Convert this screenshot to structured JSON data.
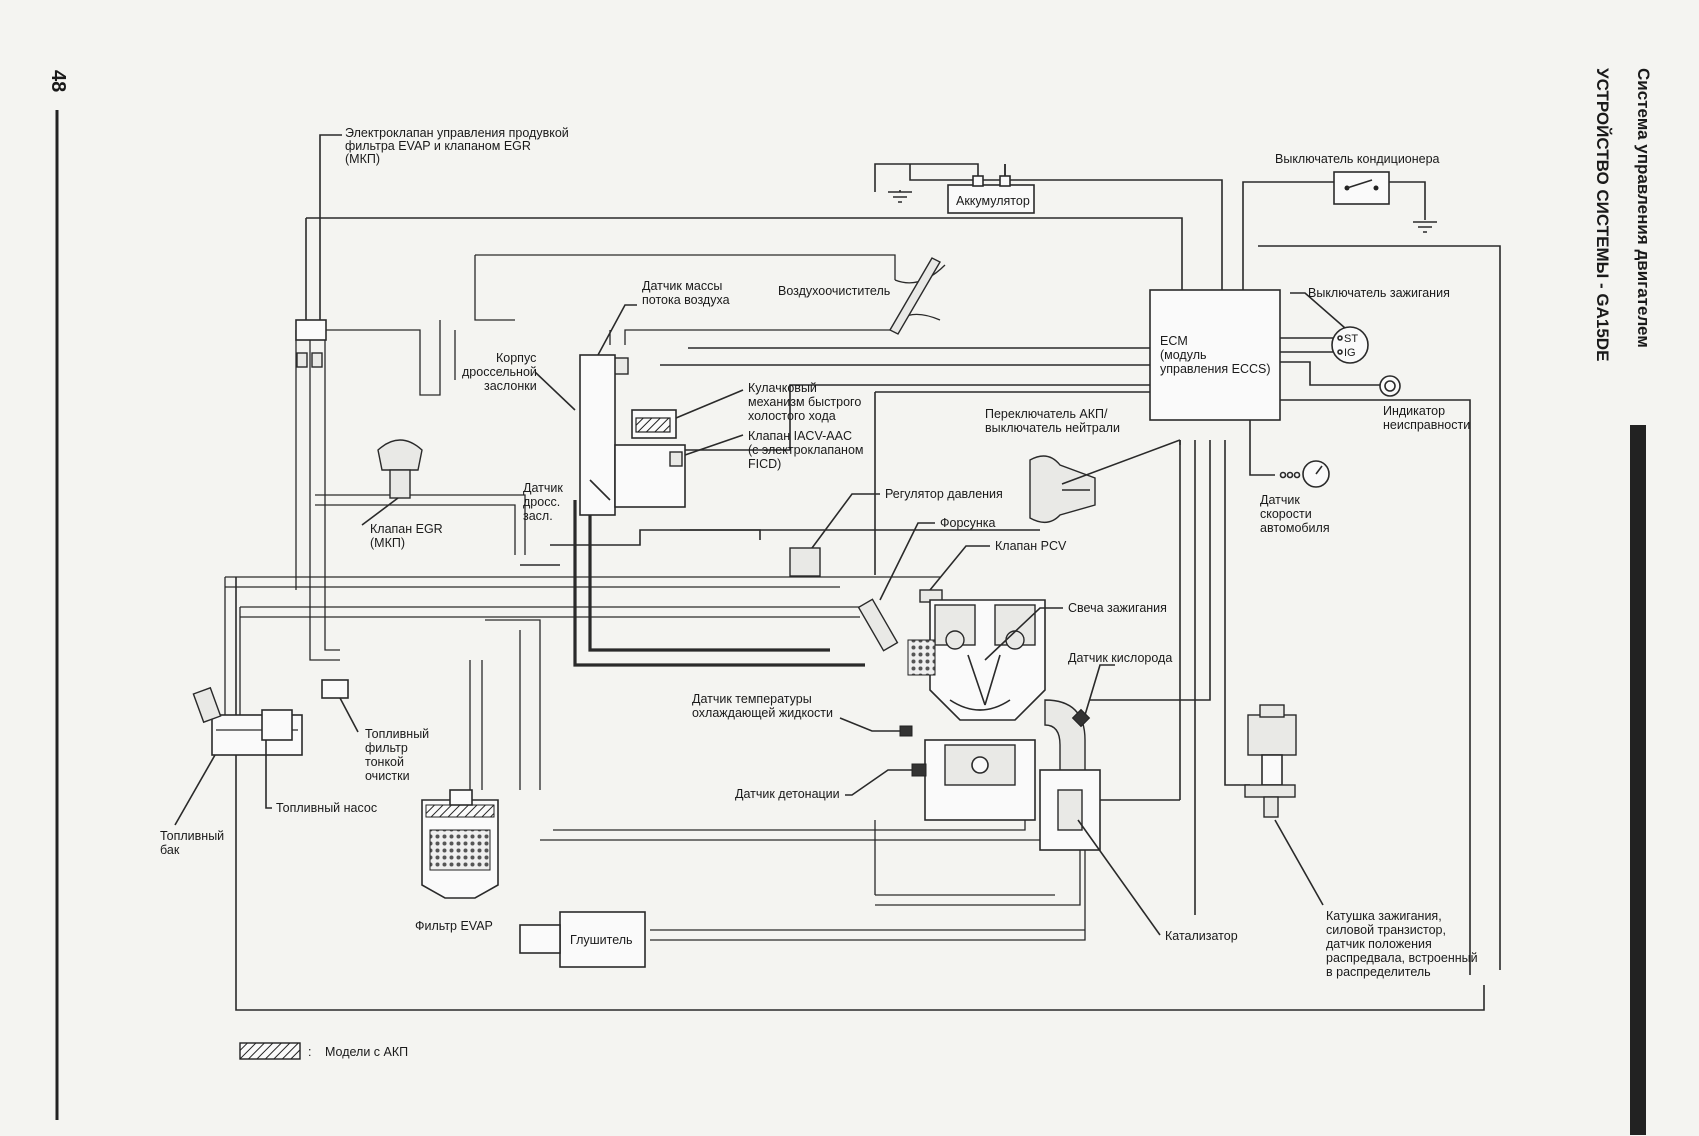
{
  "page": {
    "number": "48"
  },
  "header": {
    "section": "Система управления двигателем",
    "title": "УСТРОЙСТВО СИСТЕМЫ - GA15DE"
  },
  "labels": {
    "evap_solenoid": [
      "Электроклапан управления продувкой",
      "фильтра EVAP и клапаном EGR",
      "(МКП)"
    ],
    "battery": "Аккумулятор",
    "ac_switch": "Выключатель кондиционера",
    "ignition_switch": "Выключатель зажигания",
    "ecm": [
      "ECM",
      "(модуль",
      "управления ECCS)"
    ],
    "air_cleaner": "Воздухоочиститель",
    "maf_sensor": [
      "Датчик массы",
      "потока воздуха"
    ],
    "throttle_body": [
      "Корпус",
      "дроссельной",
      "заслонки"
    ],
    "fast_idle_cam": [
      "Кулачковый",
      "механизм быстрого",
      "холостого хода"
    ],
    "iacv_valve": [
      "Клапан IACV-AAC",
      "(с электроклапаном",
      "FICD)"
    ],
    "throttle_sensor": [
      "Датчик",
      "дросс.",
      "засл."
    ],
    "egr_valve": [
      "Клапан EGR",
      "(МКП)"
    ],
    "at_switch": [
      "Переключатель АКП/",
      "выключатель нейтрали"
    ],
    "mil": [
      "Индикатор",
      "неисправности"
    ],
    "vss": [
      "Датчик",
      "скорости",
      "автомобиля"
    ],
    "pressure_regulator": "Регулятор давления",
    "injector": "Форсунка",
    "pcv_valve": "Клапан PCV",
    "spark_plug": "Свеча зажигания",
    "o2_sensor": "Датчик кислорода",
    "coolant_sensor": [
      "Датчик температуры",
      "охлаждающей жидкости"
    ],
    "knock_sensor": "Датчик детонации",
    "fuel_filter": [
      "Топливный",
      "фильтр",
      "тонкой",
      "очистки"
    ],
    "fuel_pump": "Топливный насос",
    "fuel_tank": [
      "Топливный",
      "бак"
    ],
    "evap_canister": "Фильтр EVAP",
    "muffler": "Глушитель",
    "catalyst": "Катализатор",
    "ignition_coil": [
      "Катушка зажигания,",
      "силовой транзистор,",
      "датчик положения",
      "распредвала, встроенный",
      "в распределитель"
    ],
    "ecm_switch_st": "ST",
    "ecm_switch_ig": "IG"
  },
  "legend": {
    "text": "Модели с АКП",
    "separator": ":"
  }
}
